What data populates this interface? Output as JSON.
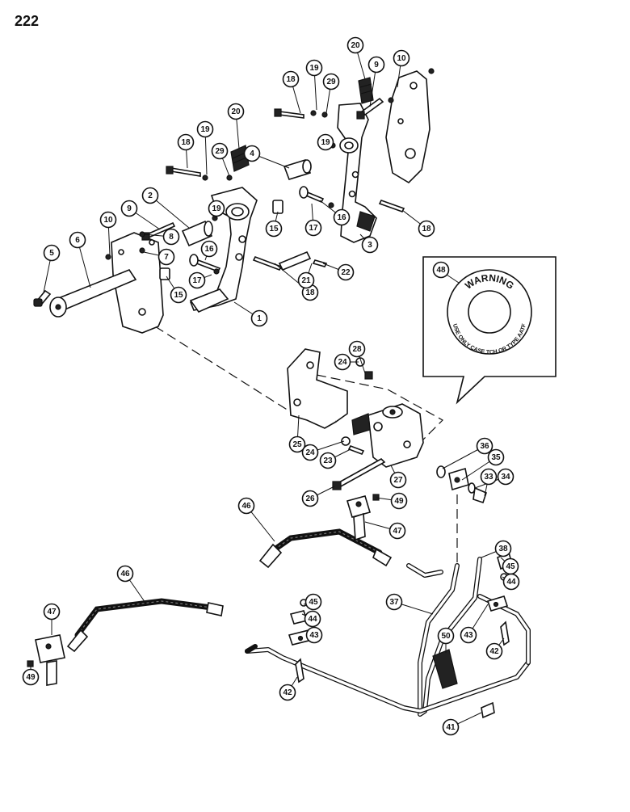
{
  "page_number": "222",
  "decal": {
    "callout": "48",
    "title": "WARNING",
    "subtitle": "USE ONLY CASE TCH OR TYPE AATF"
  },
  "callouts": [
    {
      "label": "20"
    },
    {
      "label": "19"
    },
    {
      "label": "29"
    },
    {
      "label": "9"
    },
    {
      "label": "10"
    },
    {
      "label": "18"
    },
    {
      "label": "20"
    },
    {
      "label": "19"
    },
    {
      "label": "18"
    },
    {
      "label": "29"
    },
    {
      "label": "4"
    },
    {
      "label": "19"
    },
    {
      "label": "2"
    },
    {
      "label": "19"
    },
    {
      "label": "9"
    },
    {
      "label": "10"
    },
    {
      "label": "8"
    },
    {
      "label": "16"
    },
    {
      "label": "15"
    },
    {
      "label": "16"
    },
    {
      "label": "17"
    },
    {
      "label": "18"
    },
    {
      "label": "3"
    },
    {
      "label": "5"
    },
    {
      "label": "6"
    },
    {
      "label": "7"
    },
    {
      "label": "15"
    },
    {
      "label": "17"
    },
    {
      "label": "1"
    },
    {
      "label": "18"
    },
    {
      "label": "21"
    },
    {
      "label": "22"
    },
    {
      "label": "28"
    },
    {
      "label": "24"
    },
    {
      "label": "25"
    },
    {
      "label": "24"
    },
    {
      "label": "23"
    },
    {
      "label": "27"
    },
    {
      "label": "26"
    },
    {
      "label": "36"
    },
    {
      "label": "35"
    },
    {
      "label": "34"
    },
    {
      "label": "33"
    },
    {
      "label": "46"
    },
    {
      "label": "49"
    },
    {
      "label": "47"
    },
    {
      "label": "38"
    },
    {
      "label": "45"
    },
    {
      "label": "44"
    },
    {
      "label": "46"
    },
    {
      "label": "45"
    },
    {
      "label": "37"
    },
    {
      "label": "44"
    },
    {
      "label": "43"
    },
    {
      "label": "43"
    },
    {
      "label": "42"
    },
    {
      "label": "47"
    },
    {
      "label": "50"
    },
    {
      "label": "49"
    },
    {
      "label": "42"
    },
    {
      "label": "41"
    }
  ]
}
